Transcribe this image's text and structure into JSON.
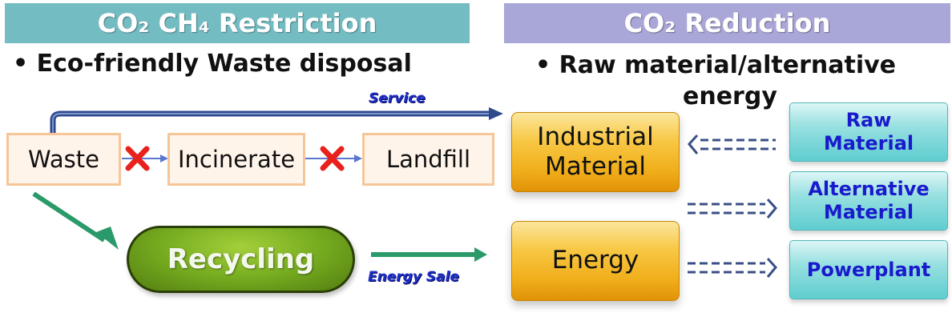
{
  "left_section": {
    "banner": "CO₂ CH₄ Restriction",
    "subtitle": "• Eco-friendly Waste disposal"
  },
  "right_section": {
    "banner": "CO₂ Reduction",
    "subtitle_line1": "• Raw material/alternative",
    "subtitle_line2": "energy"
  },
  "flow": {
    "waste": "Waste",
    "incinerate": "Incinerate",
    "landfill": "Landfill",
    "recycling": "Recycling",
    "service_label": "Service",
    "energy_sale_label": "Energy Sale"
  },
  "outputs": {
    "industrial_material": "Industrial\nMaterial",
    "energy": "Energy"
  },
  "targets": {
    "raw_material": "Raw\nMaterial",
    "alternative_material": "Alternative\nMaterial",
    "powerplant": "Powerplant"
  },
  "colors": {
    "left_banner": "#72bcc2",
    "right_banner": "#a9a6d8",
    "cross": "#e8211c",
    "arrow_green": "#2a9a6a",
    "arrow_navy": "#3a4f86",
    "label_blue": "#1d2fc8"
  },
  "icons": {
    "blocked": "red-x-icon"
  }
}
